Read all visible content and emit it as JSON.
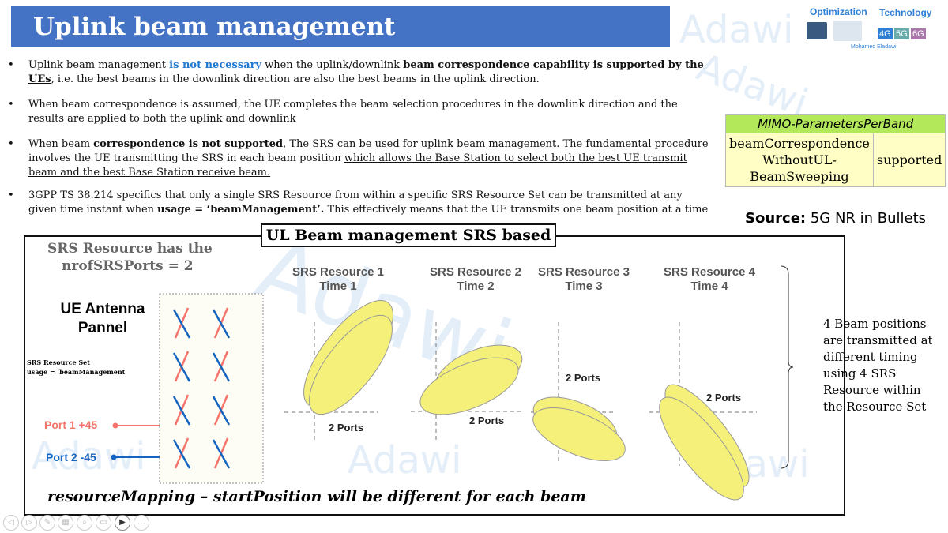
{
  "title": "Uplink beam management",
  "logo": {
    "optimization": "Optimization",
    "technology": "Technology",
    "author": "Mohamed Eladawi",
    "badges": [
      "4G",
      "5G",
      "6G"
    ]
  },
  "watermark": "Adawi",
  "bullets": [
    {
      "a": "Uplink beam management ",
      "b": "is not necessary",
      "c": " when the  uplink/downlink ",
      "d": "beam correspondence capability is supported by the UEs",
      "e": ", i.e. the best beams in the downlink direction are also the best beams in the uplink direction."
    },
    {
      "a": "When beam correspondence is assumed, the UE completes the beam selection procedures in the downlink direction and the results are applied to both the uplink and downlink"
    },
    {
      "a": "When beam ",
      "b": "correspondence is not supported",
      "c": ", The SRS can be used for uplink beam management. The fundamental procedure involves the UE transmitting the SRS in each beam position ",
      "d": "which allows the Base Station to select both the best UE transmit beam and the best Base Station receive beam."
    },
    {
      "a": "3GPP TS 38.214 specifics that only a single SRS Resource from within a specific SRS Resource Set can be transmitted at any given time instant when ",
      "b": "usage = ‘beamManagement’.",
      "c": " This effectively means that the UE transmits one beam position at a time"
    }
  ],
  "table": {
    "header": "MIMO-ParametersPerBand",
    "param": [
      "beamCorrespondence",
      "WithoutUL-",
      "BeamSweeping"
    ],
    "value": "supported"
  },
  "source": {
    "label": "Source:",
    "text": " 5G NR in Bullets"
  },
  "diagram": {
    "header": "UL Beam management SRS based",
    "srs_ports": [
      "SRS Resource has the",
      "nrofSRSPorts = 2"
    ],
    "antenna": [
      "UE Antenna",
      "Pannel"
    ],
    "resource_set": [
      "SRS Resource Set",
      "usage = ‘beamManagement"
    ],
    "port1": "Port 1 +45",
    "port2": "Port 2 -45",
    "resources": [
      {
        "name": "SRS Resource 1",
        "time": "Time 1"
      },
      {
        "name": "SRS Resource 2",
        "time": "Time 2"
      },
      {
        "name": "SRS Resource 3",
        "time": "Time 3"
      },
      {
        "name": "SRS Resource 4",
        "time": "Time 4"
      }
    ],
    "ports_label": "2 Ports",
    "note": [
      "4 Beam positions",
      "are transmitted at",
      "different timing",
      "using 4 SRS",
      "Resource within",
      "the Resource Set"
    ],
    "footer": "resourceMapping – startPosition will be different for each beam"
  },
  "colors": {
    "title_bg": "#4472c4",
    "port1": "#f4746b",
    "port2": "#1565c0",
    "beam": "#f5f07a",
    "table_header": "#b3e85a",
    "table_cell": "#ffffc5"
  }
}
